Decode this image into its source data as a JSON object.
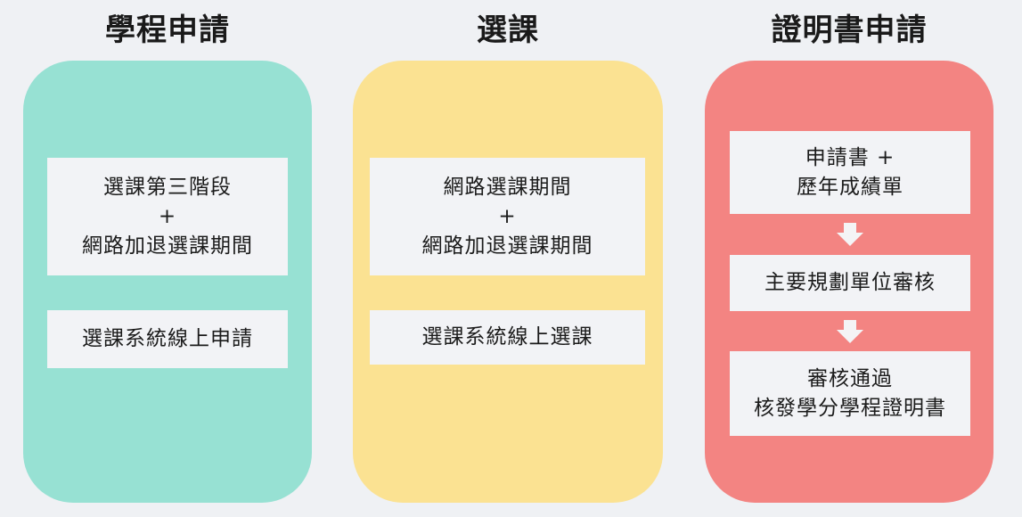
{
  "colors": {
    "page_background": "#eff1f4",
    "program_panel": "#97e1d3",
    "course_panel": "#fbe292",
    "certificate_panel": "#f38482",
    "card_background": "#f2f3f6",
    "arrow": "#f4f4f6"
  },
  "columns": [
    {
      "title": "學程申請",
      "cards": [
        {
          "lines": [
            "選課第三階段",
            "+",
            "網路加退選課期間"
          ]
        },
        {
          "lines": [
            "選課系統線上申請"
          ]
        }
      ]
    },
    {
      "title": "選課",
      "cards": [
        {
          "lines": [
            "網路選課期間",
            "+",
            "網路加退選課期間"
          ]
        },
        {
          "lines": [
            "選課系統線上選課"
          ]
        }
      ]
    },
    {
      "title": "證明書申請",
      "cards": [
        {
          "lines": [
            "申請書 +",
            "歷年成績單"
          ]
        },
        {
          "lines": [
            "主要規劃單位審核"
          ]
        },
        {
          "lines": [
            "審核通過",
            "核發學分學程證明書"
          ]
        }
      ],
      "arrows": [
        "down-arrow-icon",
        "down-arrow-icon"
      ]
    }
  ]
}
